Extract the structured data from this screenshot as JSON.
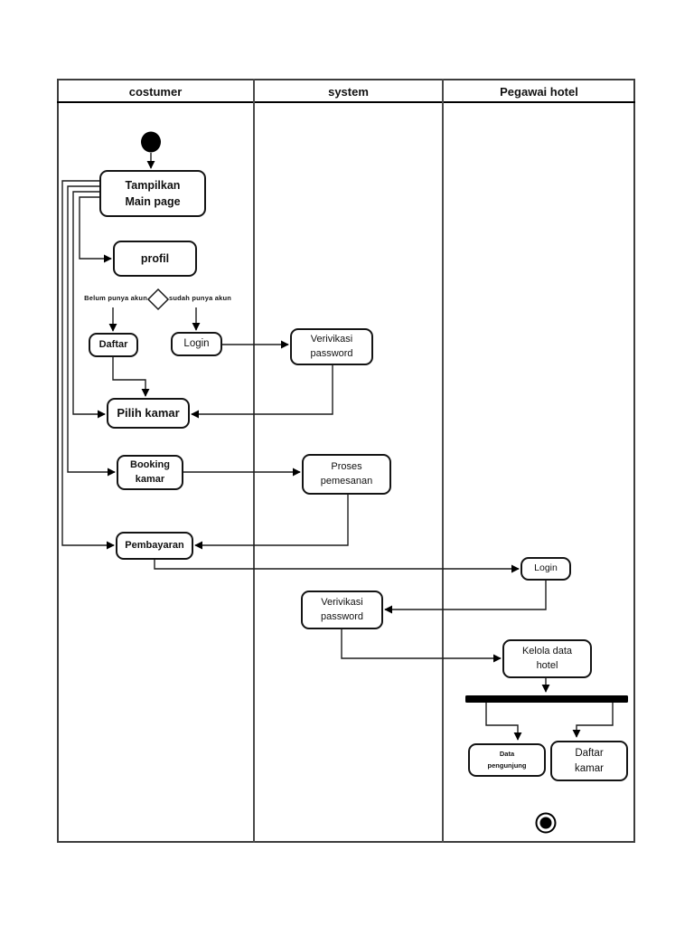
{
  "lanes": [
    {
      "label": "costumer"
    },
    {
      "label": "system"
    },
    {
      "label": "Pegawai hotel"
    }
  ],
  "nodes": {
    "tampilkan_main_page": {
      "label": "Tampilkan\nMain page"
    },
    "profil": {
      "label": "profil"
    },
    "daftar": {
      "label": "Daftar"
    },
    "login_costumer": {
      "label": "Login"
    },
    "verivikasi_password_1": {
      "label": "Verivikasi\npassword"
    },
    "pilih_kamar": {
      "label": "Pilih kamar"
    },
    "booking_kamar": {
      "label": "Booking\nkamar"
    },
    "proses_pemesanan": {
      "label": "Proses\npemesanan"
    },
    "pembayaran": {
      "label": "Pembayaran"
    },
    "login_pegawai": {
      "label": "Login"
    },
    "verivikasi_password_2": {
      "label": "Verivikasi\npassword"
    },
    "kelola_data_hotel": {
      "label": "Kelola data\nhotel"
    },
    "data_pengunjung": {
      "label": "Data\npengunjung"
    },
    "daftar_kamar": {
      "label": "Daftar\nkamar"
    }
  },
  "guards": {
    "no_account": "Belum punya akun",
    "has_account": "sudah punya akun"
  },
  "colors": {
    "line": "#1c1c1c",
    "node_border": "#141414",
    "node_fill": "#ffffff",
    "fork_bar": "#000000",
    "lane_border": "#3d3d3d"
  }
}
